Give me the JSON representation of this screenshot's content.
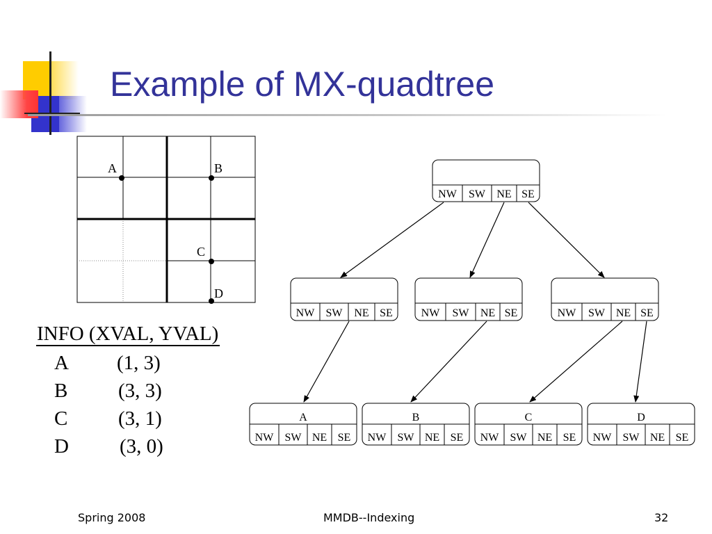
{
  "title": "Example of MX-quadtree",
  "footer": {
    "left": "Spring 2008",
    "center": "MMDB--Indexing",
    "right": "32"
  },
  "grid": {
    "points": [
      {
        "label": "A",
        "x": 1,
        "y": 3
      },
      {
        "label": "B",
        "x": 3,
        "y": 3
      },
      {
        "label": "C",
        "x": 3,
        "y": 1
      },
      {
        "label": "D",
        "x": 3,
        "y": 0
      }
    ]
  },
  "info_table": {
    "header": "INFO  (XVAL, YVAL)",
    "rows": [
      {
        "info": "A",
        "coords": "(1, 3)"
      },
      {
        "info": "B",
        "coords": "(3, 3)"
      },
      {
        "info": "C",
        "coords": "(3, 1)"
      },
      {
        "info": "D",
        "coords": "(3, 0)"
      }
    ]
  },
  "tree": {
    "quadrant_labels": [
      "NW",
      "SW",
      "NE",
      "SE"
    ],
    "root": {
      "label": ""
    },
    "level1": [
      {
        "label": ""
      },
      {
        "label": ""
      },
      {
        "label": ""
      }
    ],
    "leaves": [
      {
        "label": "A"
      },
      {
        "label": "B"
      },
      {
        "label": "C"
      },
      {
        "label": "D"
      }
    ]
  },
  "colors": {
    "title": "#333399",
    "accent_yellow": "#ffcc00",
    "accent_blue": "#3333cc",
    "accent_red": "#ff3333"
  }
}
